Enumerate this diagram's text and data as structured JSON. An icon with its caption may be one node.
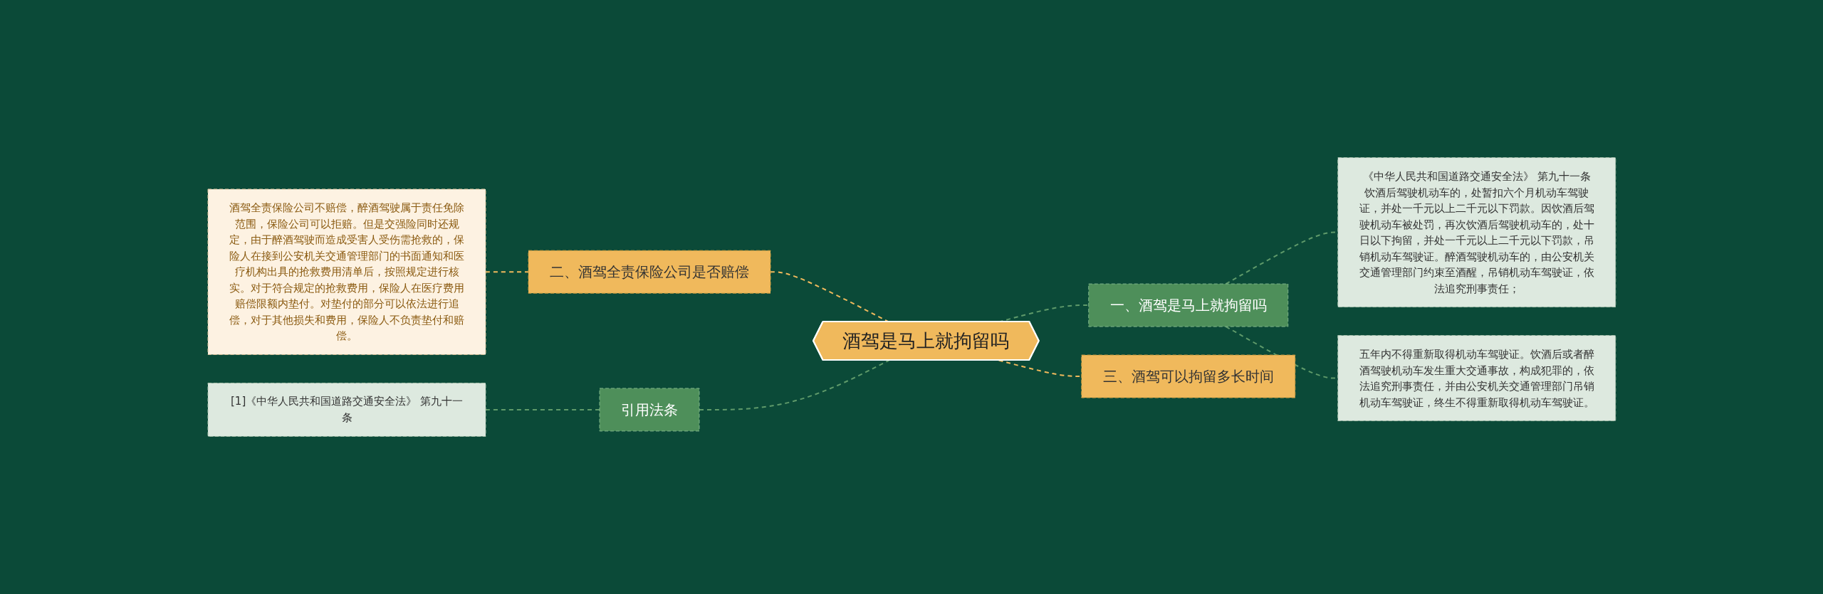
{
  "diagram": {
    "nodes": [
      {
        "text": [
          "酒驾是马上就拘留吗"
        ]
      },
      {
        "text": [
          "一、酒驾是马上就拘留吗"
        ]
      },
      {
        "text": [
          "《中华人民共和国道路交通安全法》 第九十一条饮酒后驾驶机动车的，处暂扣六个月机动车驾驶证，并处一千元以上二千元以下罚款。因饮酒后驾驶机动车被处罚，再次饮酒后驾驶机动车的，处十日以下拘留，并处一千元以上二千元以下罚款，吊销机动车驾驶证。醉酒驾驶机动车的，由公安机关交通管理部门约束至酒醒，吊销机动车驾驶证，依法追究刑事责任；"
        ]
      },
      {
        "text": [
          "五年内不得重新取得机动车驾驶证。饮酒后或者醉酒驾驶机动车发生重大交通事故，构成犯罪的，依法追究刑事责任，并由公安机关交通管理部门吊销机动车驾驶证，终生不得重新取得机动车驾驶证。"
        ]
      },
      {
        "text": [
          "三、酒驾可以拘留多长时间"
        ]
      },
      {
        "text": [
          "二、酒驾全责保险公司是否赔偿"
        ]
      },
      {
        "text": [
          "酒驾全责保险公司不赔偿，醉酒驾驶属于责任免除范围，保险公司可以拒赔。但是交强险同时还规定，由于醉酒驾驶而造成受害人受伤需抢救的，保险人在接到公安机关交通管理部门的书面通知和医疗机构出具的抢救费用清单后，按照规定进行核实。对于符合规定的抢救费用，保险人在医疗费用赔偿限额内垫付。对垫付的部分可以依法进行追偿，对于其他损失和费用，保险人不负责垫付和赔偿。"
        ]
      },
      {
        "text": [
          "引用法条"
        ]
      },
      {
        "text": [
          "[1]《中华人民共和国道路交通安全法》 第九十一条"
        ]
      }
    ],
    "edges": [
      {
        "from": 0,
        "to": 1,
        "arrow": "none",
        "style": "dashed"
      },
      {
        "from": 1,
        "to": 2,
        "arrow": "none",
        "style": "dashed"
      },
      {
        "from": 1,
        "to": 3,
        "arrow": "none",
        "style": "dashed"
      },
      {
        "from": 0,
        "to": 4,
        "arrow": "none",
        "style": "dashed",
        "color": "#f0b95c"
      },
      {
        "from": 0,
        "to": 5,
        "arrow": "none",
        "style": "dashed",
        "color": "#f0b95c"
      },
      {
        "from": 5,
        "to": 6,
        "arrow": "none",
        "style": "dashed",
        "color": "#f0b95c"
      },
      {
        "from": 0,
        "to": 7,
        "arrow": "none",
        "style": "dashed"
      },
      {
        "from": 7,
        "to": 8,
        "arrow": "none",
        "style": "dashed"
      }
    ]
  }
}
